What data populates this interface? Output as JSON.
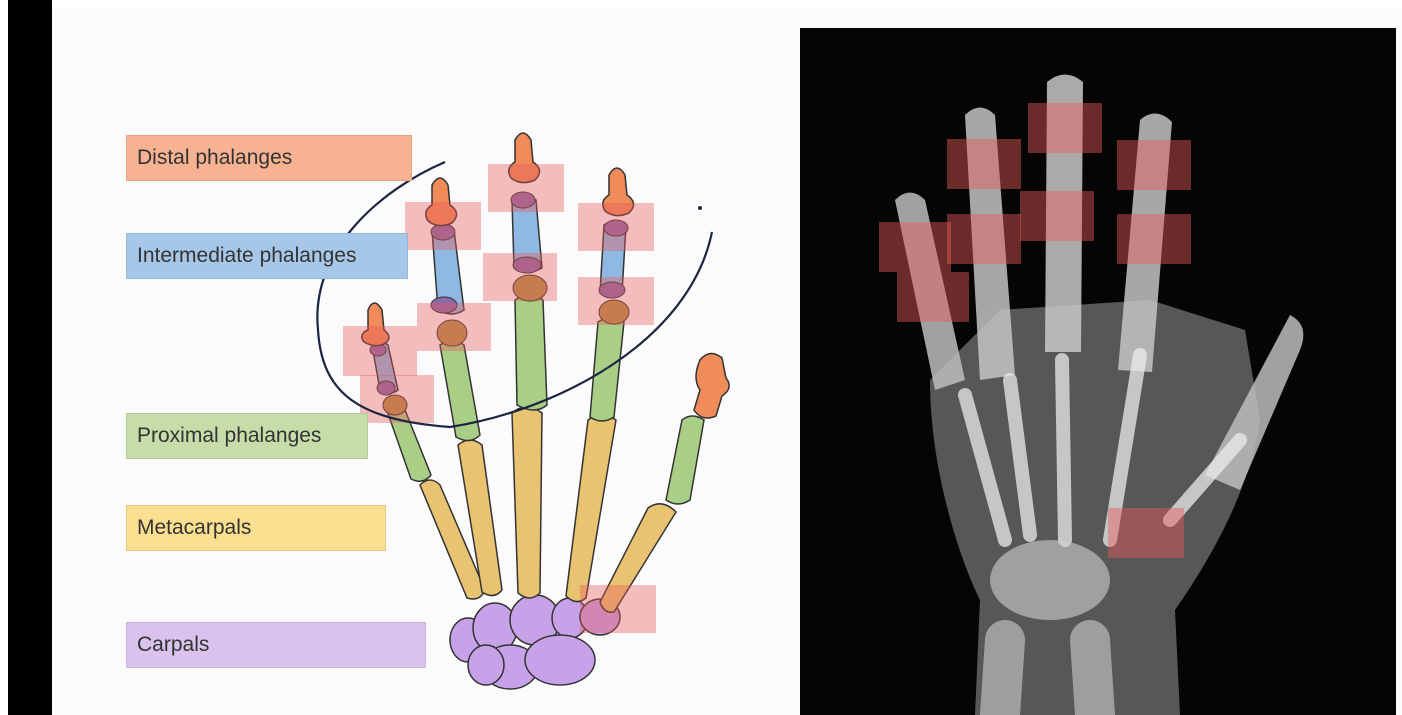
{
  "labels": {
    "distal": "Distal phalanges",
    "intermediate": "Intermediate phalanges",
    "proximal": "Proximal phalanges",
    "metacarpals": "Metacarpals",
    "carpals": "Carpals"
  },
  "colors": {
    "distal": "#f7b291",
    "intermediate": "#a7c7e9",
    "proximal": "#c6dca9",
    "metacarpals": "#fbdf90",
    "carpals": "#d9c3ec",
    "highlight": "#e85a5a",
    "annotation": "#1c2540",
    "xray_bg": "#050505"
  }
}
